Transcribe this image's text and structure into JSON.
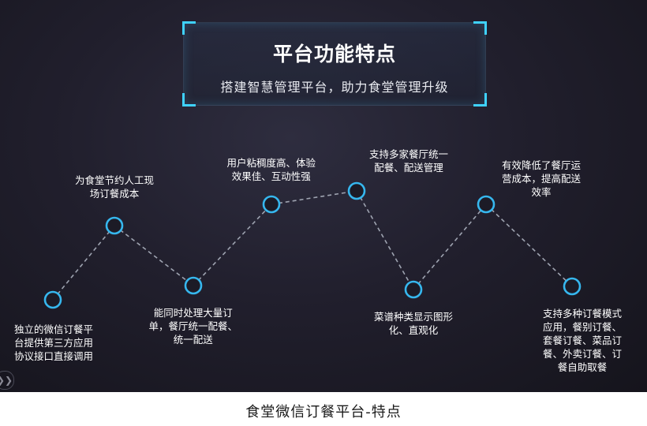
{
  "header": {
    "title": "平台功能特点",
    "subtitle": "搭建智慧管理平台，助力食堂管理升级"
  },
  "accent_color": "#3fd2ff",
  "node_color": "#36b7ee",
  "line_color": "#9ea3b0",
  "features": [
    {
      "id": "f1",
      "label_lines": [
        "独立的微信订餐平",
        "台提供第三方应用",
        "协议接口直接调用"
      ]
    },
    {
      "id": "f2",
      "label_lines": [
        "为食堂节约人工现",
        "场订餐成本"
      ]
    },
    {
      "id": "f3",
      "label_lines": [
        "能同时处理大量订",
        "单，餐厅统一配餐、",
        "统一配送"
      ]
    },
    {
      "id": "f4",
      "label_lines": [
        "用户粘稠度高、体验",
        "效果佳、互动性强"
      ]
    },
    {
      "id": "f5",
      "label_lines": [
        "支持多家餐厅统一",
        "配餐、配送管理"
      ]
    },
    {
      "id": "f6",
      "label_lines": [
        "菜谱种类显示图形",
        "化、直观化"
      ]
    },
    {
      "id": "f7",
      "label_lines": [
        "有效降低了餐厅运",
        "营成本，提高配送",
        "效率"
      ]
    },
    {
      "id": "f8",
      "label_lines": [
        "支持多种订餐模式",
        "应用，餐别订餐、",
        "套餐订餐、菜品订",
        "餐、外卖订餐、订",
        "餐自助取餐"
      ]
    }
  ],
  "nav": {
    "prev_icon": "chevron-left-icon",
    "prev_glyph": "❯❯"
  },
  "caption": "食堂微信订餐平台-特点"
}
